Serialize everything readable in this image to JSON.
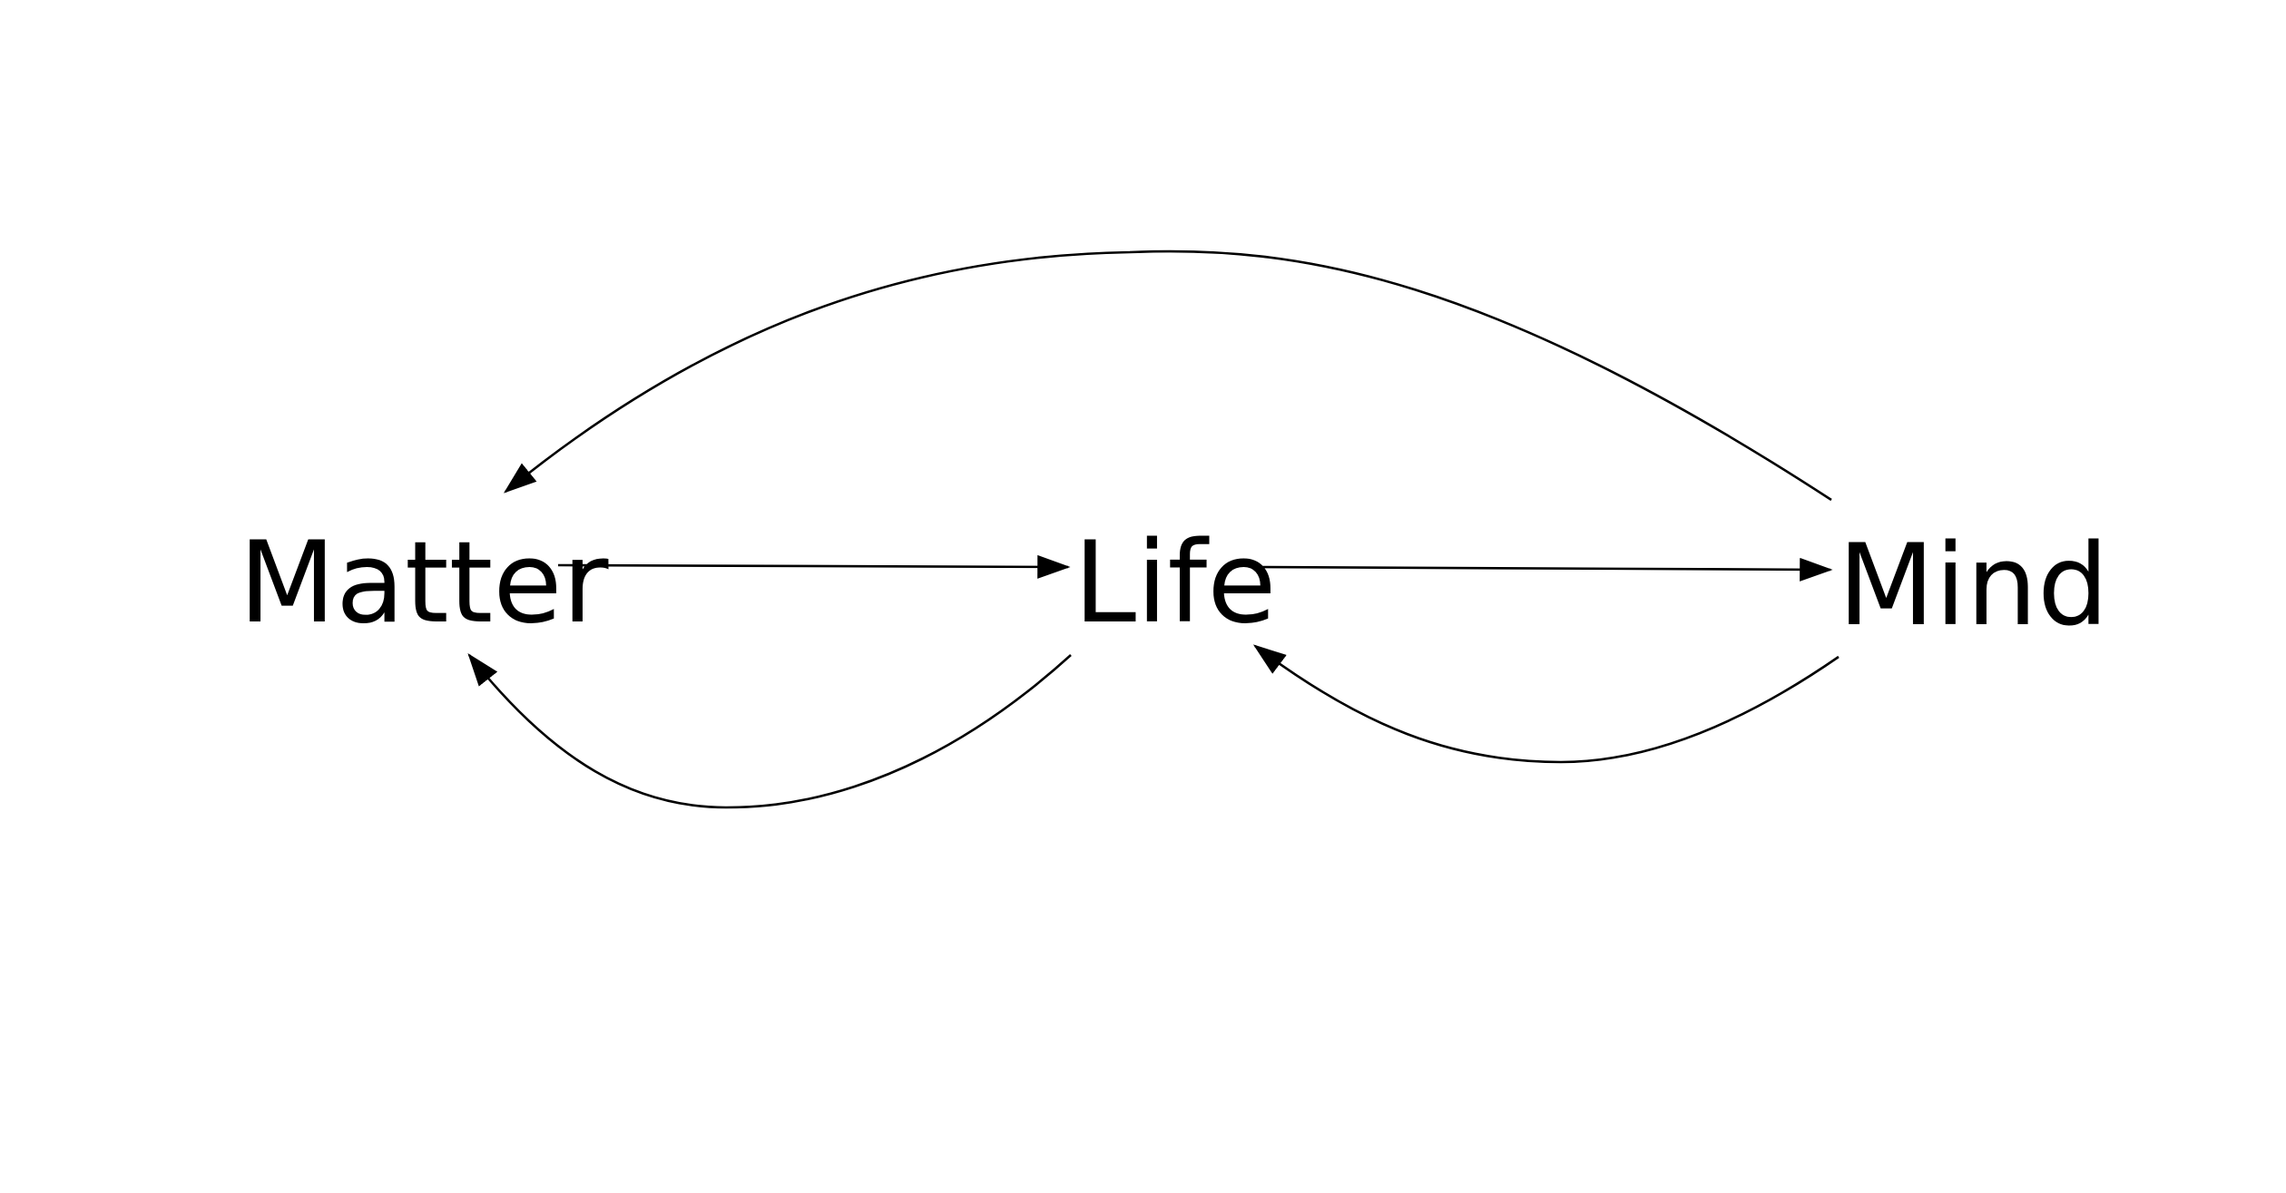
{
  "nodes": [
    {
      "id": "matter",
      "label": "Matter"
    },
    {
      "id": "life",
      "label": "Life"
    },
    {
      "id": "mind",
      "label": "Mind"
    }
  ],
  "edges": [
    {
      "from": "matter",
      "to": "life"
    },
    {
      "from": "life",
      "to": "mind"
    },
    {
      "from": "mind",
      "to": "matter"
    },
    {
      "from": "life",
      "to": "matter"
    },
    {
      "from": "mind",
      "to": "life"
    }
  ],
  "colors": {
    "line": "#000000",
    "background": "#ffffff"
  }
}
